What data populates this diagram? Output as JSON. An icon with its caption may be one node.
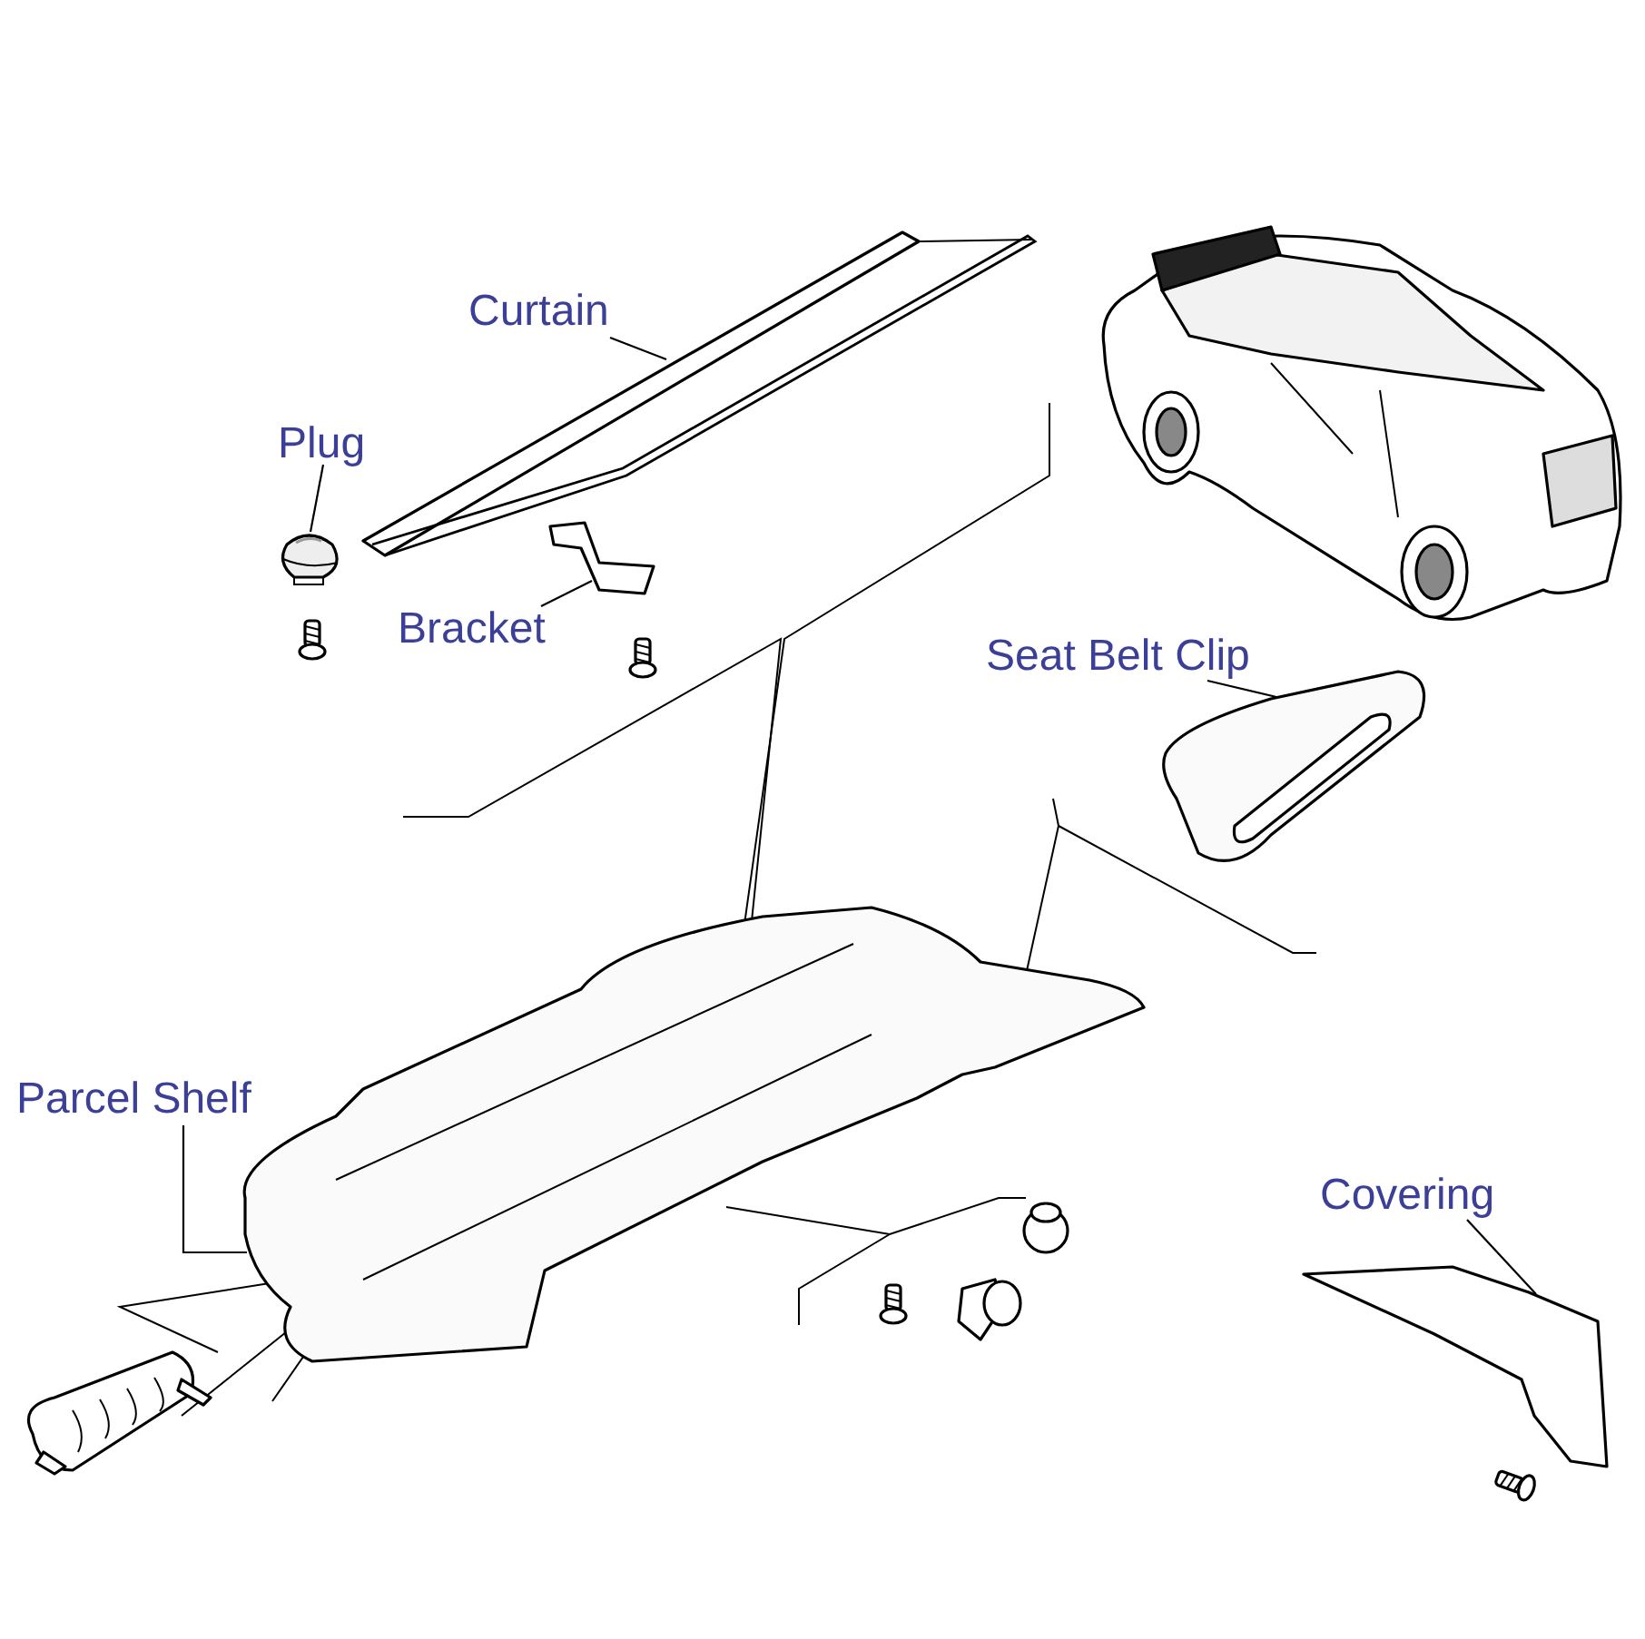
{
  "diagram": {
    "nodes": [
      {
        "text": [
          "Curtain"
        ]
      },
      {
        "text": [],
        "shape": "picture"
      },
      {
        "text": [
          "Plug"
        ]
      },
      {
        "text": [],
        "shape": "picture"
      },
      {
        "text": [
          "Bracket"
        ]
      },
      {
        "text": [],
        "shape": "picture"
      },
      {
        "text": [
          "Seat Belt Clip"
        ]
      },
      {
        "text": [],
        "shape": "picture"
      },
      {
        "text": [
          "Parcel Shelf"
        ]
      },
      {
        "text": [],
        "shape": "picture"
      },
      {
        "text": [
          "Covering"
        ]
      },
      {
        "text": [],
        "shape": "picture"
      }
    ],
    "edges": [
      {
        "from": 0,
        "to": 1,
        "arrow": "none"
      },
      {
        "from": 2,
        "to": 3,
        "arrow": "none"
      },
      {
        "from": 4,
        "to": 5,
        "arrow": "none"
      },
      {
        "from": 6,
        "to": 7,
        "arrow": "none"
      },
      {
        "from": 8,
        "to": 9,
        "arrow": "none"
      },
      {
        "from": 10,
        "to": 11,
        "arrow": "none"
      }
    ]
  }
}
